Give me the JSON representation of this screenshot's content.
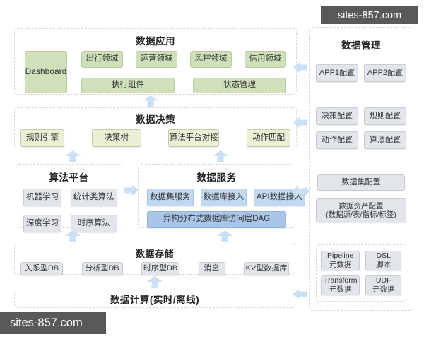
{
  "watermark": {
    "text": "sites-857.com"
  },
  "colors": {
    "box_green": "#cfe0bb",
    "box_beige": "#edefd5",
    "box_gray": "#e2e6ea",
    "box_blue": "#c0d8f0",
    "box_blue_dark": "#a9c6e8",
    "arrow_blue": "#c9e0f5",
    "dashed_border": "#d6d6d6",
    "watermark_bg": "#595959",
    "text": "#2f2f2f"
  },
  "sections": {
    "application": {
      "title": "数据应用",
      "dashboard": "Dashboard",
      "domains": [
        "出行领域",
        "运营领域",
        "风控领域",
        "信用领域"
      ],
      "components": [
        "执行组件",
        "状态管理"
      ]
    },
    "decision": {
      "title": "数据决策",
      "items": [
        "规则引擎",
        "决策树",
        "算法平台对接",
        "动作匹配"
      ]
    },
    "algorithm": {
      "title": "算法平台",
      "items": [
        "机器学习",
        "统计类算法",
        "深度学习",
        "时序算法"
      ]
    },
    "service": {
      "title": "数据服务",
      "items": [
        "数据集服务",
        "数据库接入",
        "API数据接入"
      ],
      "dag": "异构分布式数据库访问层DAG"
    },
    "storage": {
      "title": "数据存储",
      "items": [
        "关系型DB",
        "分析型DB",
        "时序型DB",
        "消息",
        "KV型数据库"
      ]
    },
    "compute": {
      "title": "数据计算(实时/离线)"
    },
    "management": {
      "title": "数据管理",
      "app_configs": [
        "APP1配置",
        "APP2配置"
      ],
      "configs": [
        "决策配置",
        "规则配置",
        "动作配置",
        "算法配置"
      ],
      "dataset_config": "数据集配置",
      "asset_config": {
        "line1": "数据资产配置",
        "line2": "(数据源/表/指标/标签)"
      },
      "metadata": [
        {
          "line1": "Pipeline",
          "line2": "元数据"
        },
        {
          "line1": "DSL",
          "line2": "脚本"
        },
        {
          "line1": "Transform",
          "line2": "元数据"
        },
        {
          "line1": "UDF",
          "line2": "元数据"
        }
      ]
    }
  }
}
